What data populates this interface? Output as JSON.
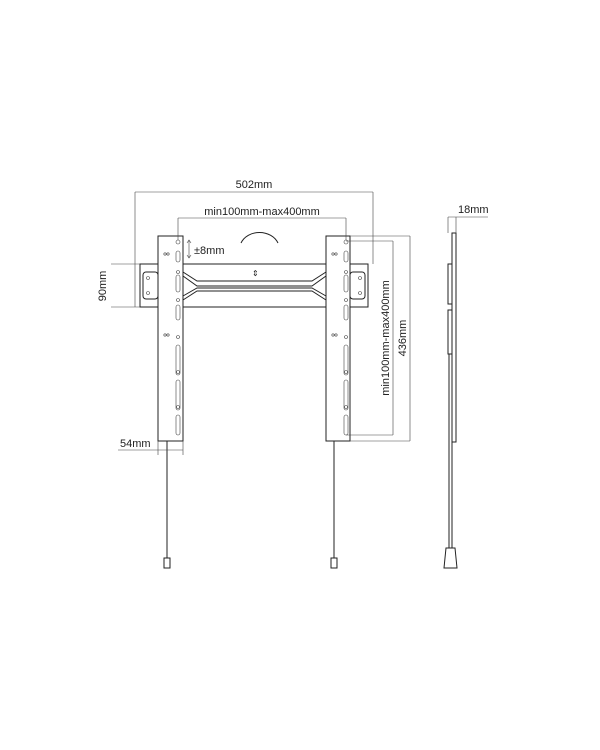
{
  "dimensions": {
    "overall_width": "502mm",
    "vesa_horizontal": "min100mm-max400mm",
    "vertical_adjust": "±8mm",
    "rail_height": "90mm",
    "bracket_width": "54mm",
    "overall_height": "436mm",
    "vesa_vertical": "min100mm-max400mm",
    "depth": "18mm"
  },
  "colors": {
    "line": "#222222",
    "background": "#ffffff"
  }
}
